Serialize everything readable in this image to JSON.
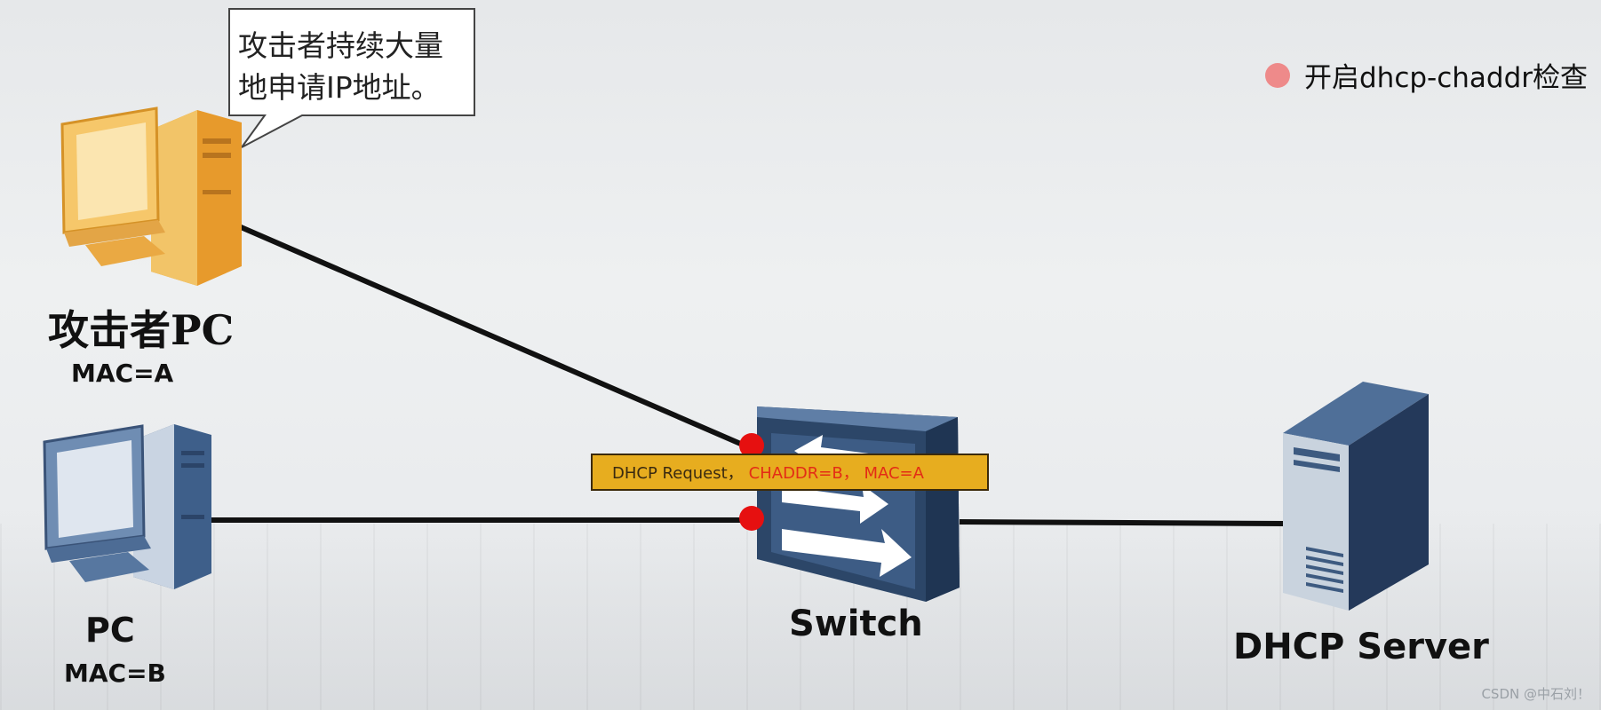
{
  "bubble": {
    "line1": "攻击者持续大量",
    "line2": "地申请IP地址。"
  },
  "legend": {
    "label": "开启dhcp-chaddr检查",
    "dot_color": "#ee8a8a"
  },
  "attacker_pc": {
    "title": "攻击者PC",
    "mac": "MAC=A",
    "color": "#f0b248"
  },
  "pc": {
    "title": "PC",
    "mac": "MAC=B",
    "color": "#5b7aa3"
  },
  "switch": {
    "title": "Switch",
    "color": "#2f4a6e"
  },
  "server": {
    "title": "DHCP Server",
    "color": "#2f4a6e"
  },
  "message": {
    "request": "DHCP Request，",
    "detail": "CHADDR=B，  MAC=A",
    "color": "#e7ad1f",
    "detail_color": "#e32c16"
  },
  "port_dot_color": "#e61010",
  "watermark": "CSDN @中石刘！"
}
